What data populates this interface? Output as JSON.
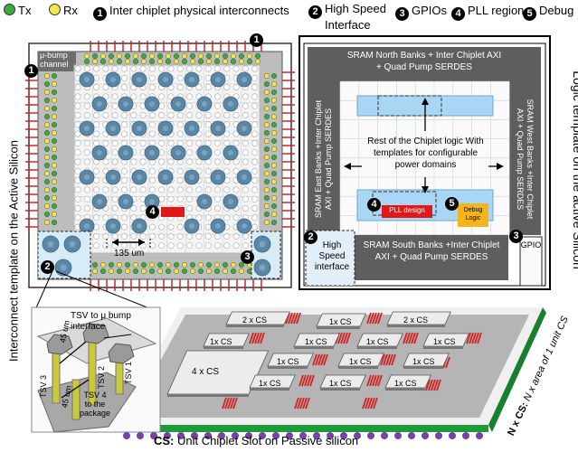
{
  "legend": {
    "tx_label": "Tx",
    "rx_label": "Rx",
    "items": [
      {
        "num": "1",
        "text": "Inter chiplet physical interconnects"
      },
      {
        "num": "2",
        "text": "High Speed Interface"
      },
      {
        "num": "3",
        "text": "GPIOs"
      },
      {
        "num": "4",
        "text": "PLL region"
      },
      {
        "num": "5",
        "text": "Debug"
      }
    ],
    "item2_line1": "High Speed",
    "item2_line2": "Interface"
  },
  "colors": {
    "tx": "#3daa3d",
    "rx": "#f2e64a",
    "bump_blue": "#5b87a6",
    "interconnect_red": "#d62020",
    "sram_band": "#5e5e5e",
    "logic_blue": "#a9d6f5",
    "pll_red": "#e01818",
    "debug_yellow": "#f5b41a",
    "passive_green": "#1e9a3a"
  },
  "left_panel": {
    "side_title": "Interconnect template on the Active Silicon",
    "ubump_channel_line1": "μ-bump",
    "ubump_channel_line2": "channel",
    "dimension": "135 um",
    "badge_1a": "1",
    "badge_1b": "1",
    "badge_2": "2",
    "badge_3": "3",
    "badge_4": "4"
  },
  "right_panel": {
    "side_title": "Logic template on the active Silicon",
    "north_line1": "SRAM North Banks + Inter Chiplet AXI",
    "north_line2": "+ Quad Pump SERDES",
    "east_line1": "SRAM East Banks +Inter Chiplet",
    "east_line2": "AXI + Quad Pump SERDES",
    "west_line1": "SRAM West Banks +Inter Chiplet",
    "west_line2": "AXI + Quad Pump SERDES",
    "south_line1": "SRAM South Banks +Inter Chiplet",
    "south_line2": "AXI + Quad Pump SERDES",
    "rest_line1": "Rest of the Chiplet logic With",
    "rest_line2": "templates for configurable",
    "rest_line3": "power domains",
    "pll": "PLL design",
    "debug_line1": "Debug",
    "debug_line2": "Logic",
    "hsi_line1": "High",
    "hsi_line2": "Speed",
    "hsi_line3": "interface",
    "gpio": "GPIO",
    "badge_2": "2",
    "badge_3": "3",
    "badge_4": "4",
    "badge_5": "5"
  },
  "bottom": {
    "tsv_title_line1": "TSV to μ bump",
    "tsv_title_line2": "interface",
    "dim_45_a": "45 um",
    "dim_45_b": "45 um",
    "tsv1": "TSV 1",
    "tsv2": "TSV 2",
    "tsv3": "TSV 3",
    "tsv4_line1": "TSV 4",
    "tsv4_line2": "to the",
    "tsv4_line3": "package",
    "cs_2a": "2 x CS",
    "cs_2b": "2 x CS",
    "cs_4": "4 x CS",
    "cs_1": "1x CS",
    "nxcs_bold": "N x CS:",
    "nxcs_rest": " N x area of 1 unit CS",
    "cs_caption_bold": "CS:",
    "cs_caption_rest": " Unit Chiplet Slot on Passive silicon"
  }
}
